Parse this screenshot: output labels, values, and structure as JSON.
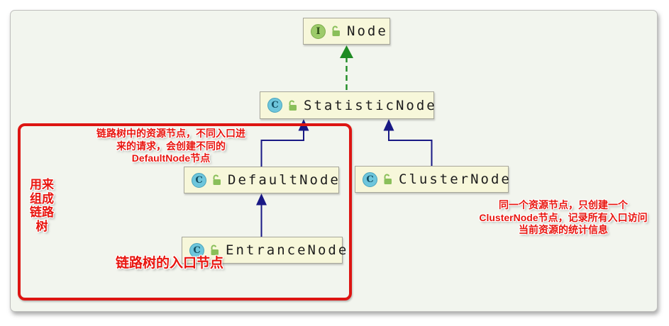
{
  "diagram": {
    "classes": [
      {
        "name": "Node",
        "kind": "interface",
        "badge_glyph": "I"
      },
      {
        "name": "StatisticNode",
        "kind": "class",
        "badge_glyph": "C"
      },
      {
        "name": "DefaultNode",
        "kind": "class",
        "badge_glyph": "C"
      },
      {
        "name": "ClusterNode",
        "kind": "class",
        "badge_glyph": "C"
      },
      {
        "name": "EntranceNode",
        "kind": "class",
        "badge_glyph": "C"
      }
    ],
    "relations": [
      {
        "from": "StatisticNode",
        "to": "Node",
        "type": "implements",
        "style": "dashed-green"
      },
      {
        "from": "DefaultNode",
        "to": "StatisticNode",
        "type": "extends",
        "style": "solid-navy"
      },
      {
        "from": "ClusterNode",
        "to": "StatisticNode",
        "type": "extends",
        "style": "solid-navy"
      },
      {
        "from": "EntranceNode",
        "to": "DefaultNode",
        "type": "extends",
        "style": "solid-navy"
      }
    ]
  },
  "annotations": {
    "default_node_note": {
      "lines": [
        "链路树中的资源节点，不同入口进",
        "来的请求，会创建不同的",
        "DefaultNode节点"
      ]
    },
    "group_note": {
      "lines": [
        "用来",
        "组成",
        "链路",
        "树"
      ]
    },
    "entrance_note": {
      "text": "链路树的入口节点"
    },
    "cluster_note": {
      "lines": [
        "同一个资源节点，只创建一个",
        "ClusterNode节点，记录所有入口访问",
        "当前资源的统计信息"
      ]
    }
  },
  "colors": {
    "panel_background": "#f2f5ee",
    "class_box_fill": "#f7f7da",
    "annotation_red": "#e8150f",
    "group_rect_red": "#dd1512",
    "implements_arrow_green": "#1f8b24",
    "extends_arrow_navy": "#191985",
    "interface_badge_green": "#9dcb6a",
    "class_badge_blue": "#6ec6dc",
    "lock_green": "#8abf5a"
  }
}
